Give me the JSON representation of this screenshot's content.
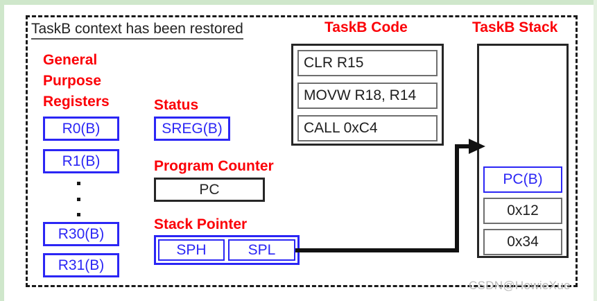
{
  "diagram": {
    "title": "TaskB context has been restored",
    "watermark": "CSDN@HowieXue",
    "colors": {
      "label_red": "#fb0007",
      "register_blue": "#2b26f5",
      "box_black": "#262626",
      "box_grey": "#6e6e6e",
      "frame_dash": "#1a1a1a"
    }
  },
  "registers": {
    "caption_line1": "General",
    "caption_line2": "Purpose",
    "caption_line3": "Registers",
    "items": [
      {
        "label": "R0(B)"
      },
      {
        "label": "R1(B)"
      },
      {
        "label": "R30(B)"
      },
      {
        "label": "R31(B)"
      }
    ],
    "ellipsis": "vertical-dots"
  },
  "status": {
    "caption": "Status",
    "value": "SREG(B)"
  },
  "program_counter": {
    "caption": "Program Counter",
    "value": "PC"
  },
  "stack_pointer": {
    "caption": "Stack Pointer",
    "high": "SPH",
    "low": "SPL"
  },
  "code": {
    "caption": "TaskB Code",
    "instructions": [
      {
        "text": "CLR R15"
      },
      {
        "text": "MOVW R18, R14"
      },
      {
        "text": "CALL 0xC4"
      }
    ]
  },
  "stack": {
    "caption": "TaskB Stack",
    "entries": [
      {
        "text": "PC(B)",
        "style": "blue"
      },
      {
        "text": "0x12",
        "style": "grey"
      },
      {
        "text": "0x34",
        "style": "grey"
      }
    ]
  }
}
